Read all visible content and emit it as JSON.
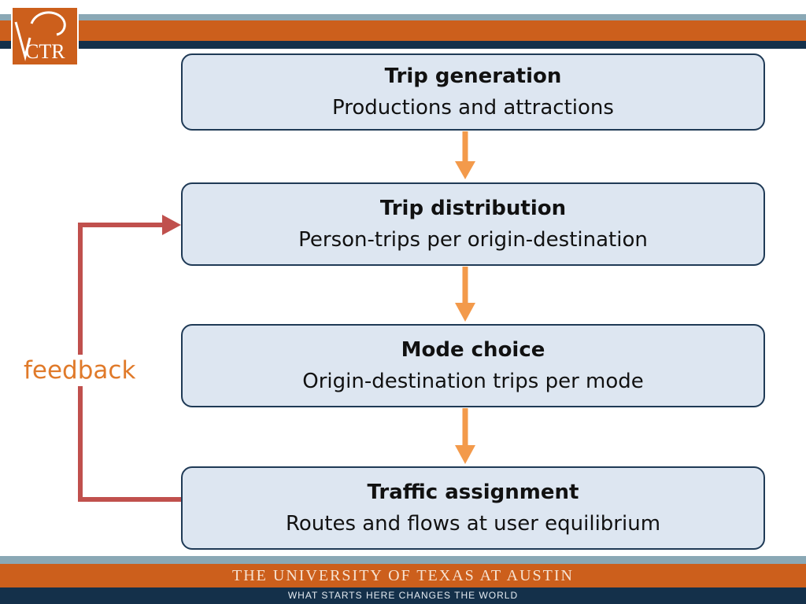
{
  "logo": {
    "text": "CTR"
  },
  "steps": [
    {
      "title": "Trip generation",
      "description": "Productions and attractions"
    },
    {
      "title": "Trip distribution",
      "description": "Person-trips per origin-destination"
    },
    {
      "title": "Mode choice",
      "description": "Origin-destination trips per mode"
    },
    {
      "title": "Traffic assignment",
      "description": "Routes and flows at user equilibrium"
    }
  ],
  "feedback": {
    "label": "feedback"
  },
  "footer": {
    "university": "THE UNIVERSITY OF TEXAS AT AUSTIN",
    "tagline": "WHAT STARTS HERE CHANGES THE WORLD"
  },
  "colors": {
    "brand_orange": "#cc5f1c",
    "navy": "#14304a",
    "box_fill": "#dde6f1",
    "box_border": "#1f3a56",
    "flow_arrow": "#f39a4b",
    "feedback_line": "#c0504d",
    "feedback_text": "#e07a2a"
  }
}
